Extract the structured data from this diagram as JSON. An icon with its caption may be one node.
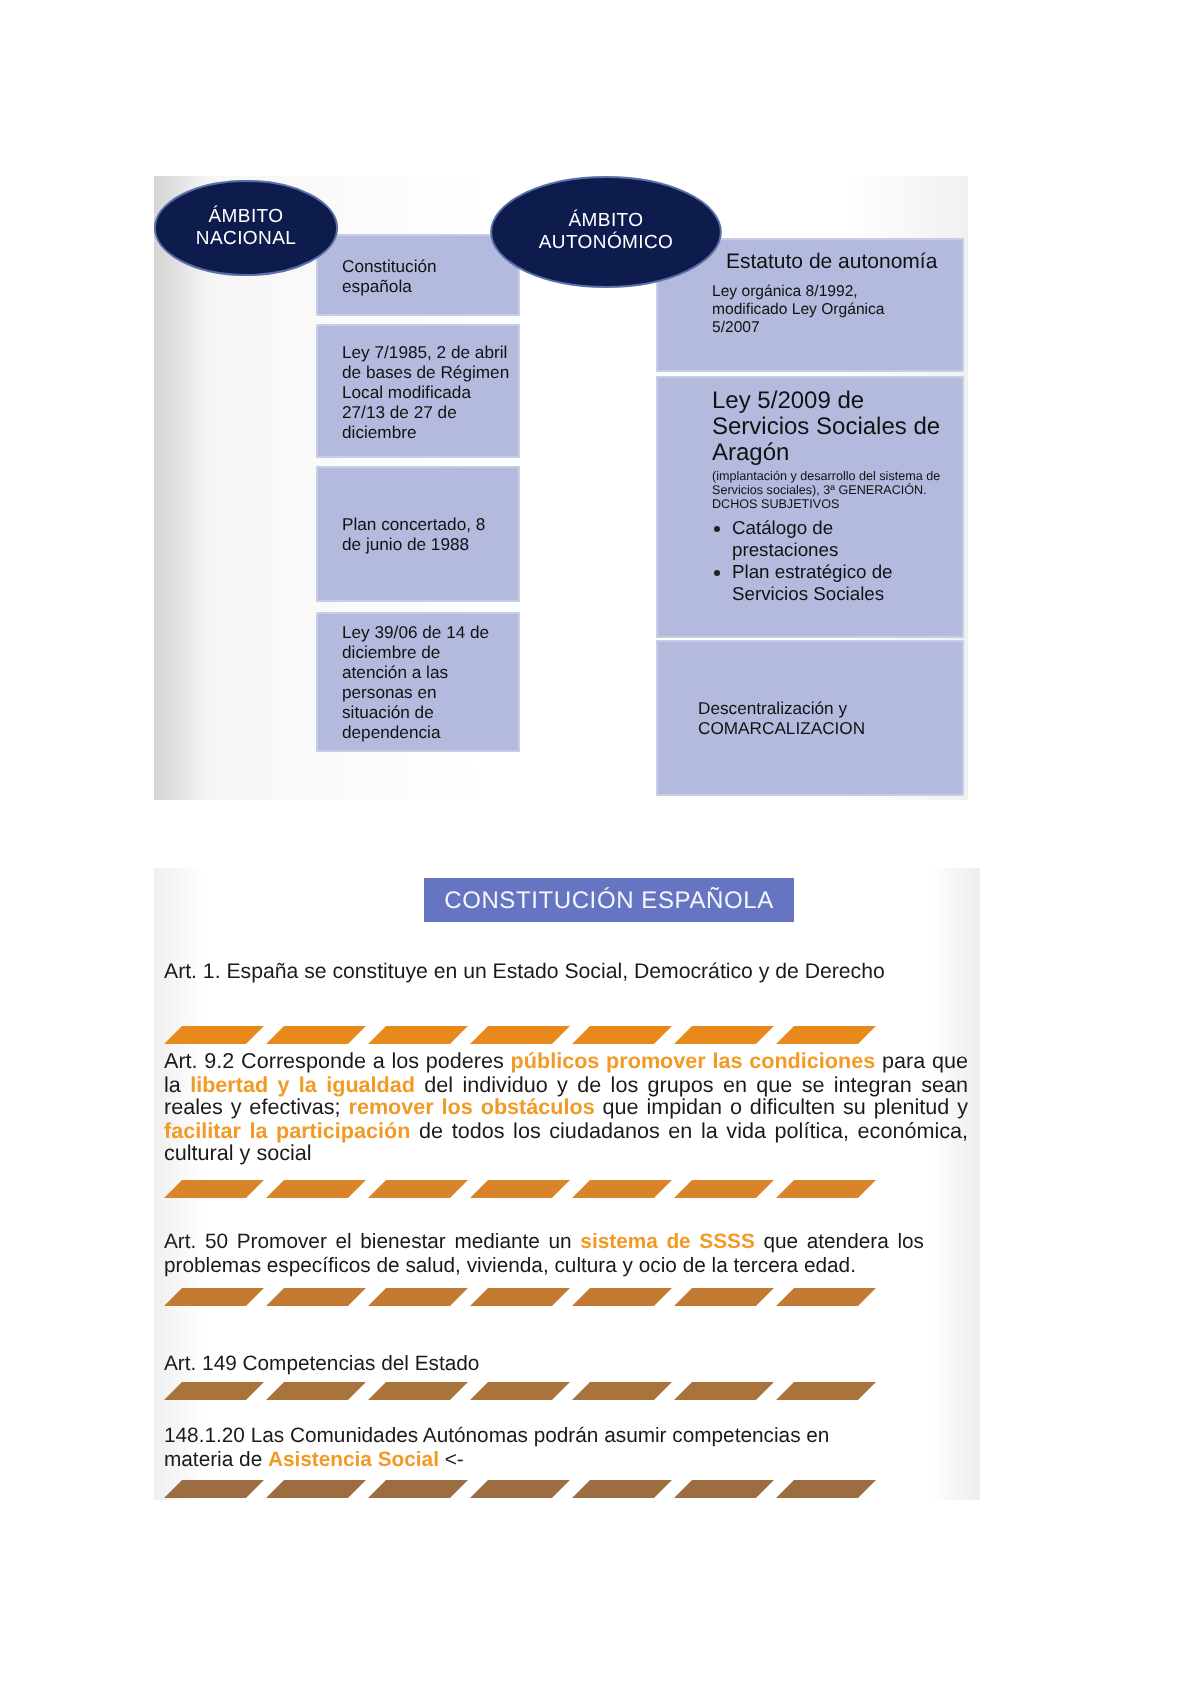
{
  "diagram": {
    "nodes": [
      {
        "text": [
          "ÁMBITO NACIONAL"
        ]
      },
      {
        "text": [
          "Constitución española"
        ]
      },
      {
        "text": [
          "Ley 7/1985, 2 de abril de bases de Régimen Local modificada 27/13 de 27 de diciembre"
        ]
      },
      {
        "text": [
          "Plan concertado, 8 de junio de 1988"
        ]
      },
      {
        "text": [
          "Ley 39/06 de 14 de diciembre de atención a las personas en situación de dependencia"
        ]
      },
      {
        "text": [
          "ÁMBITO AUTONÓMICO"
        ]
      },
      {
        "text": [
          "Estatuto de autonomía",
          "Ley orgánica 8/1992, modificado Ley Orgánica 5/2007"
        ]
      },
      {
        "text": [
          "Ley 5/2009 de Servicios Sociales de Aragón",
          "(implantación y desarrollo del sistema de Servicios sociales), 3ª GENERACIÓN. DCHOS SUBJETIVOS",
          "Catálogo de prestaciones",
          "Plan estratégico de Servicios Sociales"
        ]
      },
      {
        "text": [
          "Descentralización y COMARCALIZACION"
        ]
      },
      {
        "text": [
          "CONSTITUCIÓN ESPAÑOLA"
        ]
      }
    ],
    "labels": [
      "Art. 1. España se constituye en un Estado Social, Democrático y de Derecho",
      "Art. 9.2 Corresponde a los poderes **públicos promover las condiciones** para que la **libertad y la igualdad** del individuo y de los grupos en que se integran sean reales y efectivas; **remover los obstáculos** que impidan o dificulten su plenitud y **facilitar la participación** de todos los ciudadanos en la vida política, económica, cultural y social",
      "Art. 50 Promover el bienestar mediante un **sistema de SSSS** que atendera los problemas específicos de salud, vivienda, cultura y ocio de la tercera edad.",
      "Art. 149 Competencias del Estado",
      "148.1.20 Las Comunidades Autónomas podrán asumir competencias en materia de **Asistencia Social** <-"
    ]
  }
}
